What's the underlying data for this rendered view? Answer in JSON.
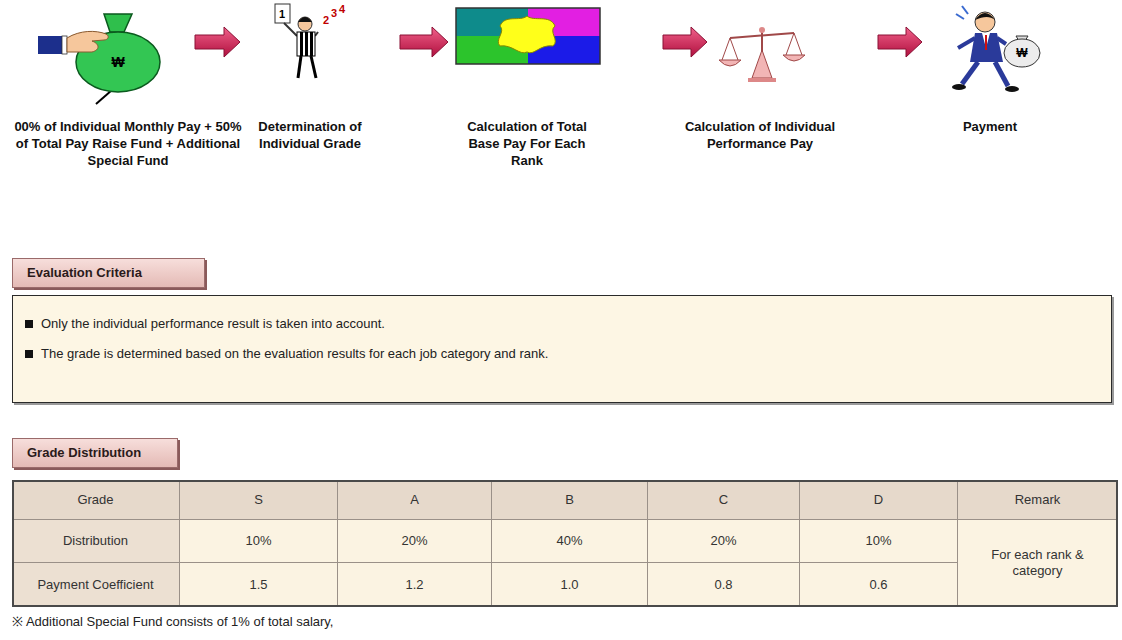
{
  "diagram": {
    "nodes": [
      {
        "text": [
          "00% of Individual Monthly Pay + 50% of Total Pay Raise Fund + Additional Special Fund"
        ]
      },
      {
        "text": [
          "Determination of Individual Grade"
        ]
      },
      {
        "text": [
          "Calculation of Total Base Pay For Each Rank"
        ]
      },
      {
        "text": [
          "Calculation of Individual Performance Pay"
        ]
      },
      {
        "text": [
          "Payment"
        ]
      },
      {
        "text": [
          "Evaluation Criteria"
        ]
      },
      {
        "text": [
          "Only the individual performance result is taken into account.",
          "The grade is determined based on the evaluation results for each job category and rank."
        ]
      },
      {
        "text": [
          "Grade Distribution"
        ]
      }
    ],
    "edges": [
      {
        "from": 0,
        "to": 1,
        "arrow": "to"
      },
      {
        "from": 1,
        "to": 2,
        "arrow": "to"
      },
      {
        "from": 2,
        "to": 3,
        "arrow": "to"
      },
      {
        "from": 3,
        "to": 4,
        "arrow": "to"
      }
    ],
    "labels": [
      "₩",
      "1",
      "2",
      "3",
      "4",
      "₩",
      "Grade",
      "S",
      "A",
      "B",
      "C",
      "D",
      "Remark",
      "Distribution",
      "10%",
      "20%",
      "40%",
      "20%",
      "10%",
      "For each rank & category",
      "Payment Coefficient",
      "1.5",
      "1.2",
      "1.0",
      "0.8",
      "0.6",
      "※ Additional Special Fund consists of 1% of total salary,"
    ]
  }
}
